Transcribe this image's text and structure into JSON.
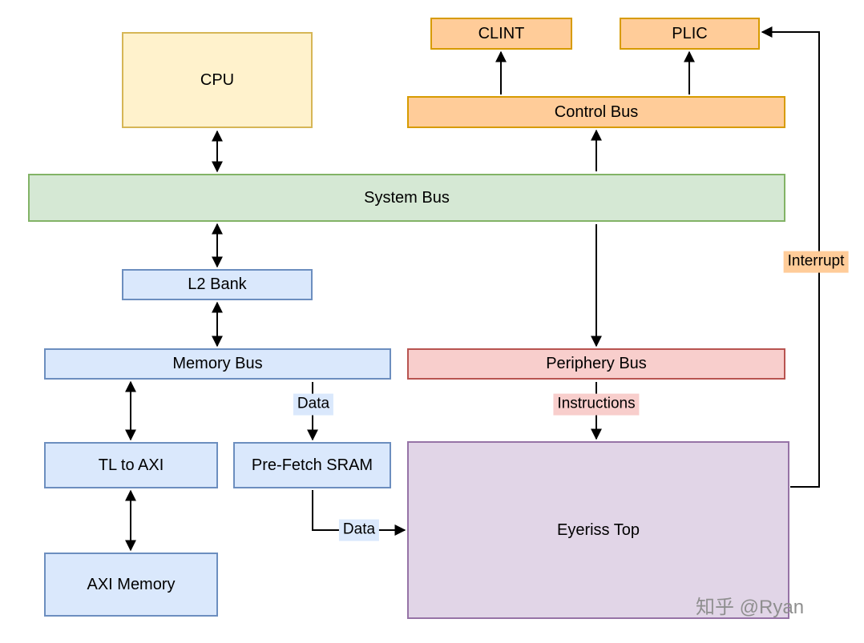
{
  "nodes": {
    "cpu": {
      "label": "CPU"
    },
    "clint": {
      "label": "CLINT"
    },
    "plic": {
      "label": "PLIC"
    },
    "control_bus": {
      "label": "Control Bus"
    },
    "system_bus": {
      "label": "System Bus"
    },
    "l2_bank": {
      "label": "L2 Bank"
    },
    "memory_bus": {
      "label": "Memory Bus"
    },
    "periphery_bus": {
      "label": "Periphery Bus"
    },
    "tl_to_axi": {
      "label": "TL to AXI"
    },
    "pre_fetch_sram": {
      "label": "Pre-Fetch SRAM"
    },
    "eyeriss_top": {
      "label": "Eyeriss Top"
    },
    "axi_memory": {
      "label": "AXI Memory"
    }
  },
  "edge_labels": {
    "data_memory_to_sram": "Data",
    "data_sram_to_eyeriss": "Data",
    "instructions": "Instructions",
    "interrupt": "Interrupt"
  },
  "edges": [
    {
      "from": "cpu",
      "to": "system_bus",
      "style": "double-arrow",
      "label": ""
    },
    {
      "from": "system_bus",
      "to": "l2_bank",
      "style": "double-arrow",
      "label": ""
    },
    {
      "from": "l2_bank",
      "to": "memory_bus",
      "style": "double-arrow",
      "label": ""
    },
    {
      "from": "memory_bus",
      "to": "tl_to_axi",
      "style": "double-arrow",
      "label": ""
    },
    {
      "from": "tl_to_axi",
      "to": "axi_memory",
      "style": "double-arrow",
      "label": ""
    },
    {
      "from": "memory_bus",
      "to": "pre_fetch_sram",
      "style": "arrow",
      "label": "Data"
    },
    {
      "from": "pre_fetch_sram",
      "to": "eyeriss_top",
      "style": "arrow",
      "label": "Data"
    },
    {
      "from": "system_bus",
      "to": "control_bus",
      "style": "arrow",
      "label": ""
    },
    {
      "from": "control_bus",
      "to": "clint",
      "style": "arrow",
      "label": ""
    },
    {
      "from": "control_bus",
      "to": "plic",
      "style": "arrow",
      "label": ""
    },
    {
      "from": "system_bus",
      "to": "periphery_bus",
      "style": "arrow",
      "label": ""
    },
    {
      "from": "periphery_bus",
      "to": "eyeriss_top",
      "style": "arrow",
      "label": "Instructions"
    },
    {
      "from": "eyeriss_top",
      "to": "plic",
      "style": "arrow",
      "label": "Interrupt"
    }
  ],
  "watermark": "知乎 @Ryan",
  "colors": {
    "yellow_fill": "#fff2cc",
    "yellow_border": "#d6b656",
    "orange_fill": "#ffcc99",
    "orange_border": "#d79b00",
    "green_fill": "#d5e8d4",
    "green_border": "#82b366",
    "blue_fill": "#dae8fc",
    "blue_border": "#6c8ebf",
    "red_fill": "#f8cecc",
    "red_border": "#b85450",
    "purple_fill": "#e1d5e7",
    "purple_border": "#9673a6",
    "line_color": "#000000",
    "watermark_color": "#8f8f8f"
  }
}
